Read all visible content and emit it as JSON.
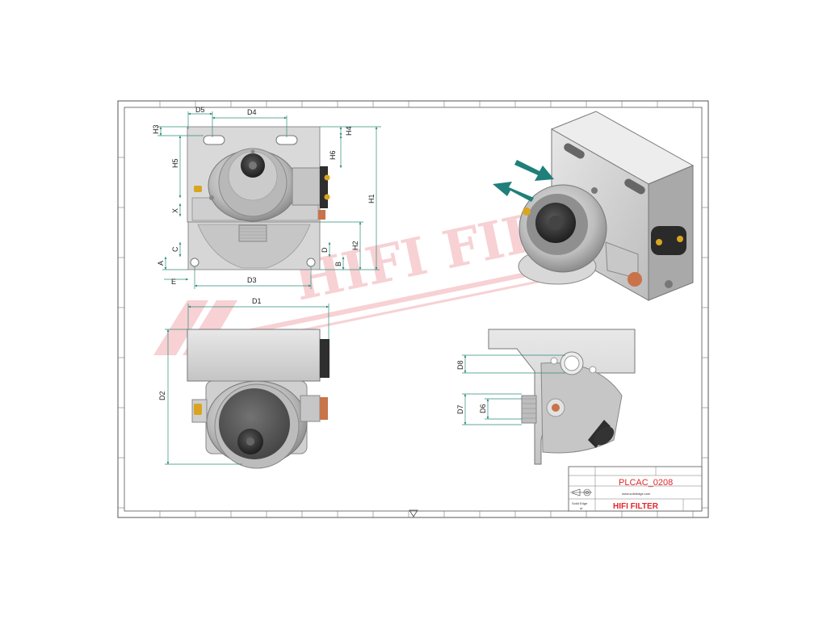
{
  "colors": {
    "frame": "#444444",
    "dim": "#2e8b7a",
    "part_grey": "#bdbdbd",
    "part_dark": "#303030",
    "brass": "#d9a520",
    "copper": "#c8734a",
    "accent_red": "#e3262b",
    "arrow_teal": "#1f7f7a",
    "watermark": "#f6c9cd"
  },
  "watermark": {
    "text": "HIFI FILTER"
  },
  "dimensions": {
    "front": {
      "d5": "D5",
      "d4": "D4",
      "h3": "H3",
      "h4": "H4",
      "h5": "H5",
      "h6": "H6",
      "h1": "H1",
      "h2": "H2",
      "x": "X",
      "c": "C",
      "a": "A",
      "d": "D",
      "b": "B",
      "e": "E",
      "d3": "D3"
    },
    "top": {
      "d1": "D1",
      "d2": "D2"
    },
    "side": {
      "d8": "D8",
      "d7": "D7",
      "d6": "D6"
    }
  },
  "title_block": {
    "part_number": "PLCAC_0208",
    "website": "www.solidedge.com",
    "company": "HIFI FILTER",
    "logo_line1": "Solid Edge",
    "logo_line2": "st"
  },
  "icons": {
    "flow_arrows": "teal-arrow-icon",
    "projection": "projection-symbol-icon",
    "center_mark": "center-triangle-icon"
  }
}
